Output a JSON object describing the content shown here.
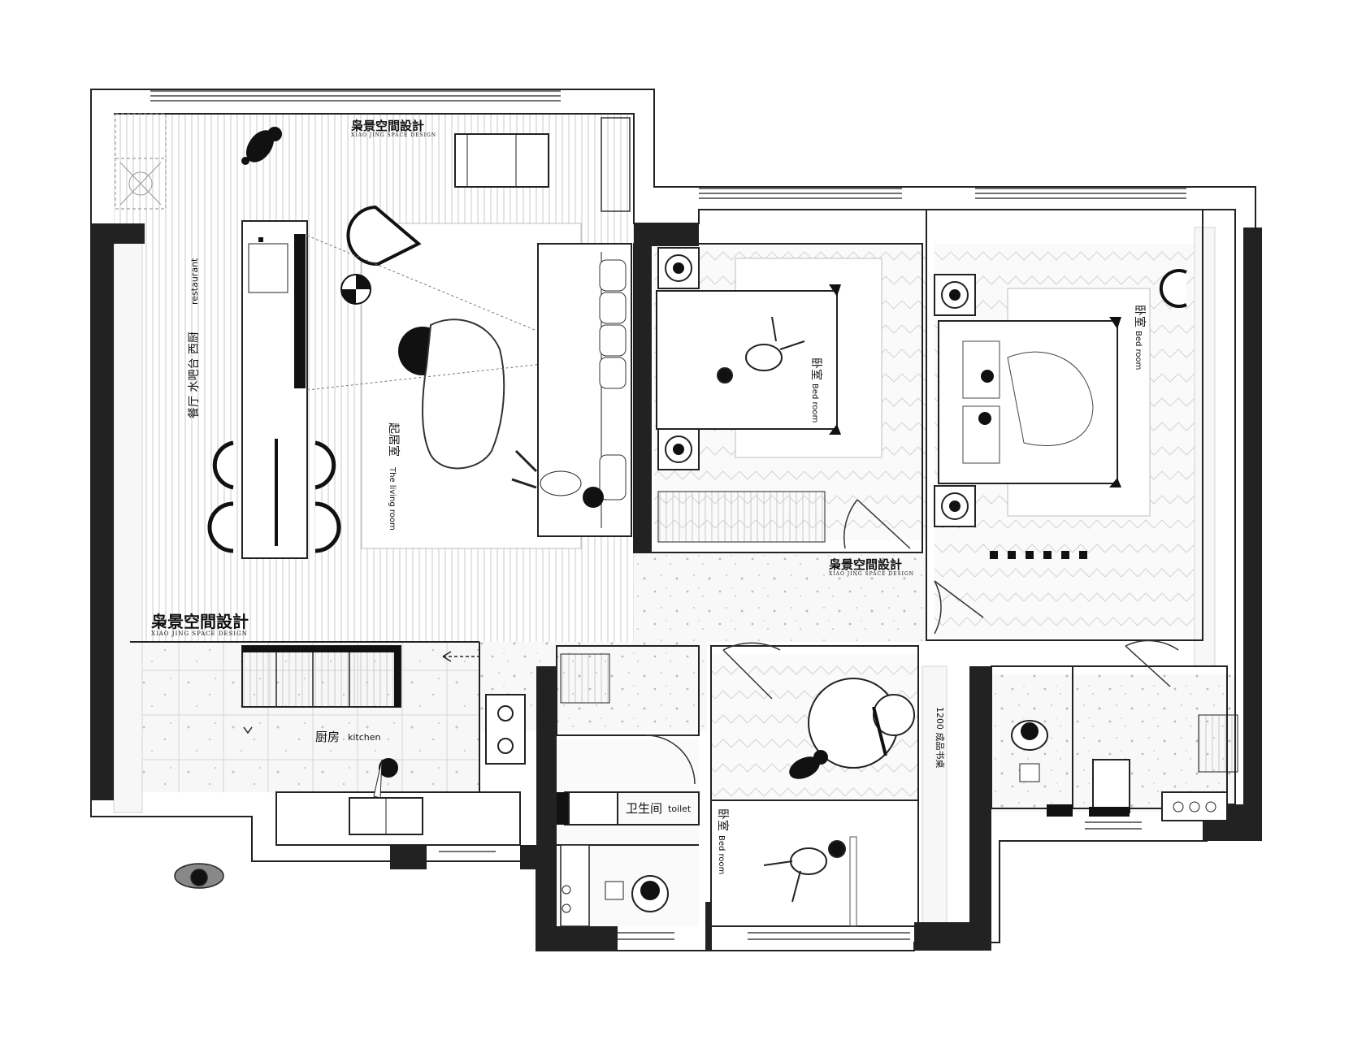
{
  "brand": {
    "name": "枭景空間設計",
    "tagline": "XIAO JING SPACE DESIGN"
  },
  "rooms": {
    "dining": {
      "zh": "餐厅  水吧台  西厨",
      "en": "restaurant"
    },
    "living": {
      "zh": "起居室",
      "en": "The living room"
    },
    "bedroom_1": {
      "zh": "卧室",
      "en": "Bed room"
    },
    "bedroom_2": {
      "zh": "卧室",
      "en": "Bed room"
    },
    "bedroom_3": {
      "zh": "卧室",
      "en": "Bed room"
    },
    "kitchen": {
      "zh": "厨房",
      "en": "kitchen"
    },
    "toilet": {
      "zh": "卫生间",
      "en": "toilet"
    }
  },
  "annotations": {
    "desk": "1200 成品书桌"
  },
  "colors": {
    "wall": "#222222",
    "line": "#555555",
    "floor_light": "#f2f2f2",
    "stroke": "#111111"
  }
}
